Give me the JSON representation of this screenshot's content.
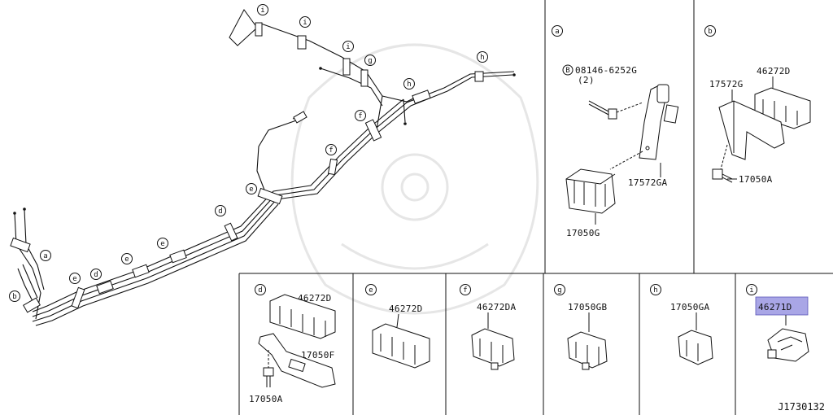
{
  "diagram_id": "J1730132",
  "callout_letters": {
    "a": "a",
    "b": "b",
    "d": "d",
    "e": "e",
    "f": "f",
    "g": "g",
    "h": "h",
    "i": "i"
  },
  "detail_a": {
    "bolt_code_prefix": "B",
    "bolt_part": "08146-6252G",
    "bolt_qty": "(2)",
    "bracket": "17572GA",
    "clip": "17050G"
  },
  "detail_b": {
    "clip": "46272D",
    "bracket": "17572G",
    "bolt": "17050A"
  },
  "detail_d": {
    "clip": "46272D",
    "bracket": "17050F",
    "bolt": "17050A"
  },
  "detail_e": {
    "clip": "46272D"
  },
  "detail_f": {
    "clip": "46272DA"
  },
  "detail_g": {
    "clip": "17050GB"
  },
  "detail_h": {
    "clip": "17050GA"
  },
  "detail_i": {
    "clip": "46271D",
    "highlight_color": "#a9a6e6"
  }
}
